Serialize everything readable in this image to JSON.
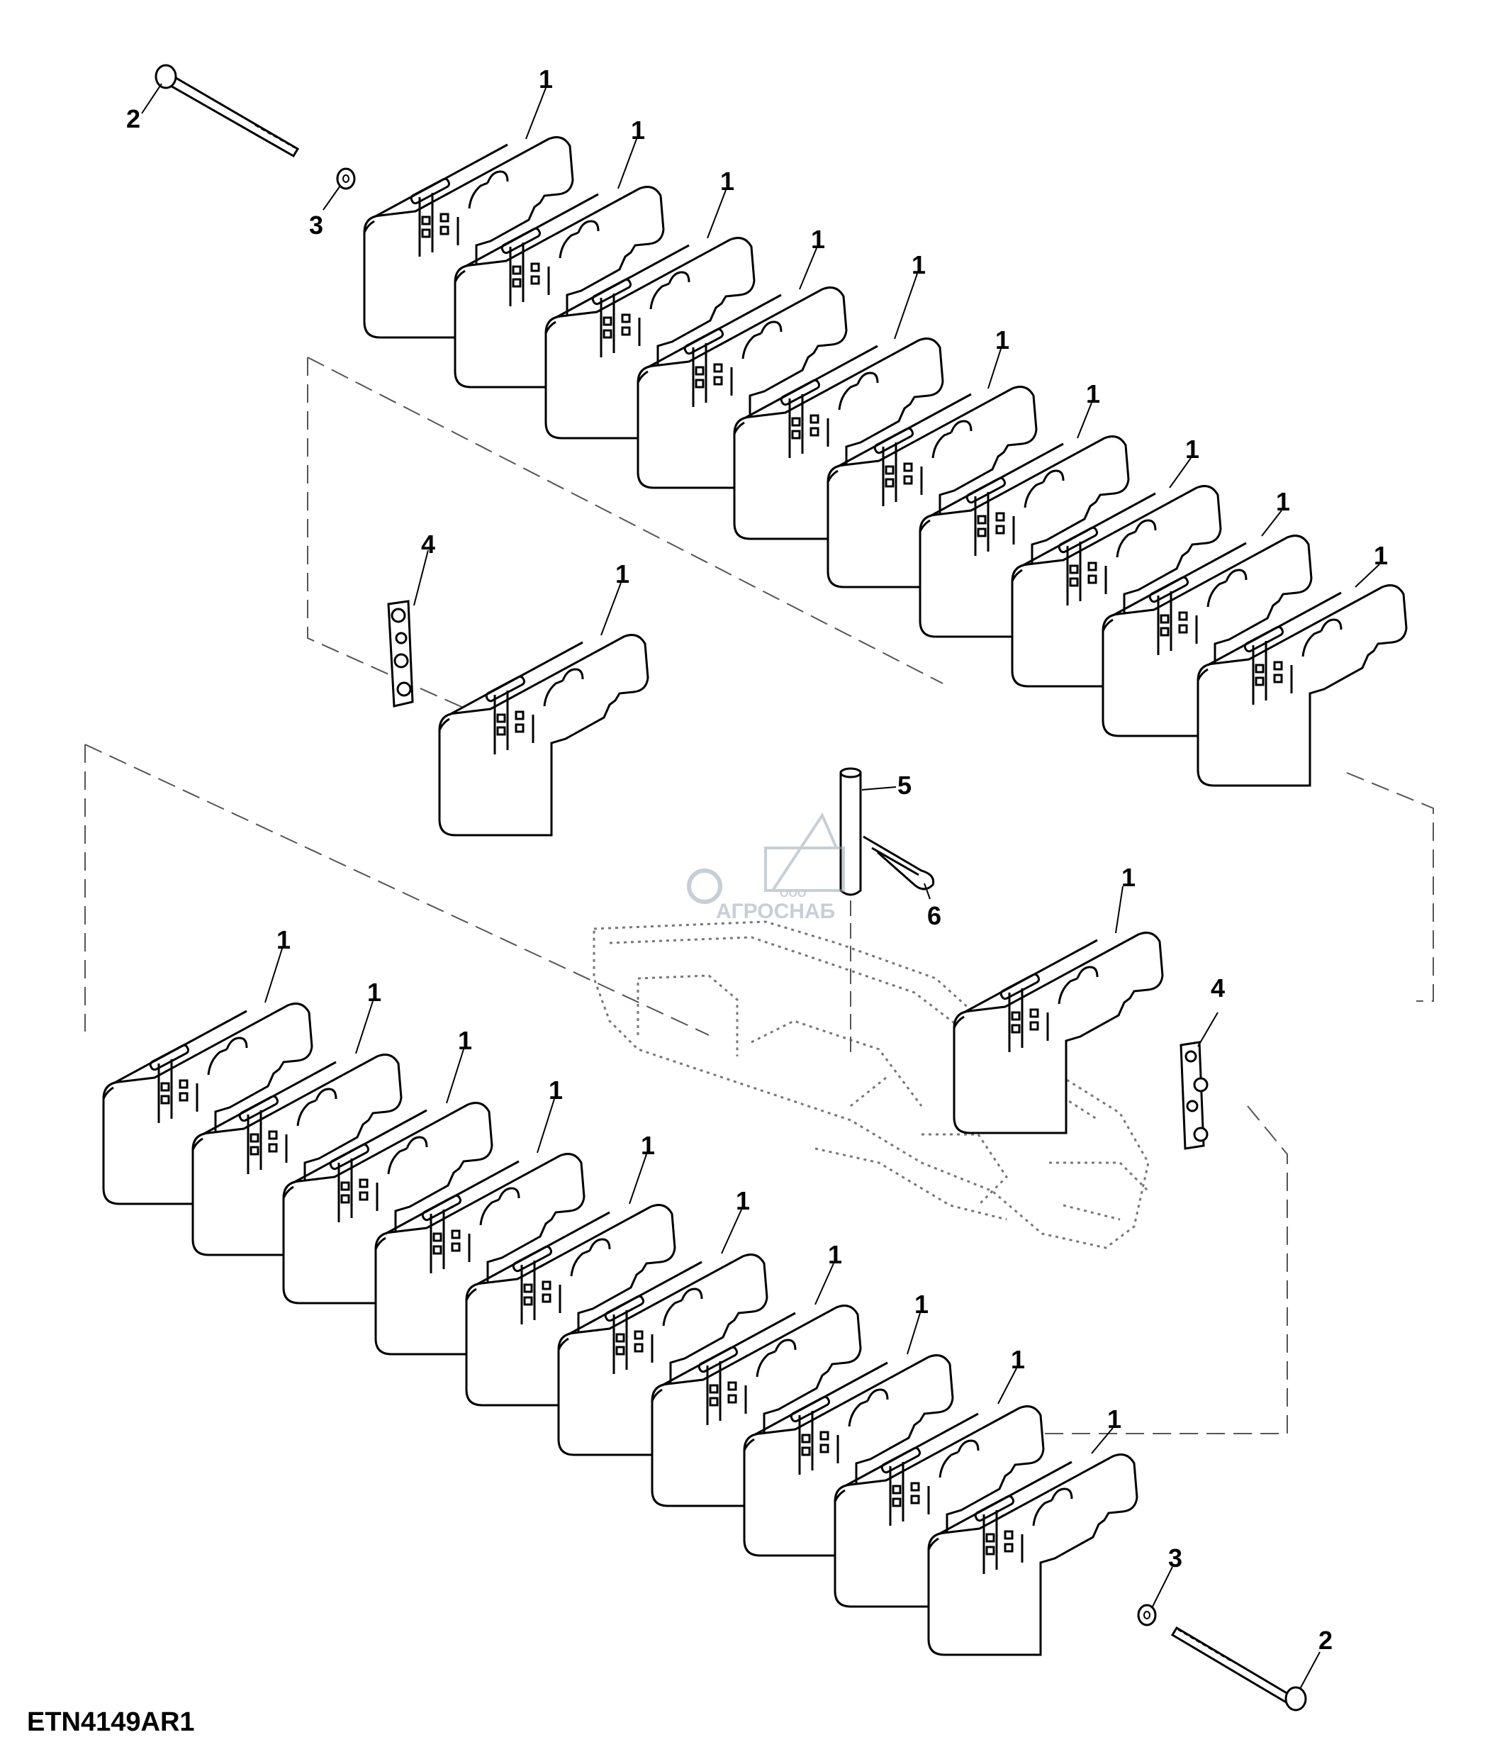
{
  "figure": {
    "id": "ETN4149AR1"
  },
  "watermark": {
    "small": "ООО",
    "name": "АГРОСНАБ",
    "color": "#9aa7b6"
  },
  "callouts": {
    "weight": "1",
    "bolt": "2",
    "washer": "3",
    "strap": "4",
    "pin": "5",
    "clip": "6"
  },
  "colors": {
    "line": "#000000",
    "frame": "#666666",
    "background": "#ffffff"
  }
}
